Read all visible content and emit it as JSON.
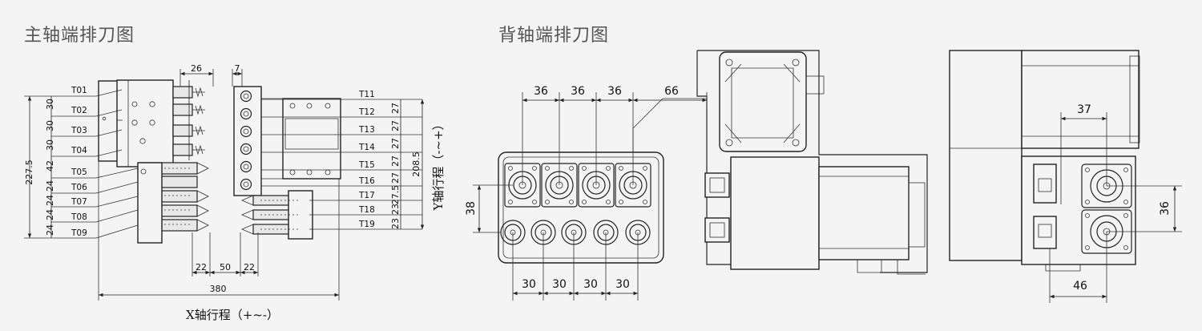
{
  "titles": {
    "main_spindle": "主轴端排刀图",
    "back_spindle": "背轴端排刀图"
  },
  "left_diagram": {
    "tools_left": [
      "T01",
      "T02",
      "T03",
      "T04",
      "T05",
      "T06",
      "T07",
      "T08",
      "T09"
    ],
    "tools_right": [
      "T11",
      "T12",
      "T13",
      "T14",
      "T15",
      "T16",
      "T17",
      "T18",
      "T19"
    ],
    "dims_left": [
      "30",
      "30",
      "30",
      "42",
      "24",
      "24",
      "24",
      "24"
    ],
    "total_left": "227.5",
    "dims_right": [
      "27",
      "27",
      "27",
      "27",
      "27",
      "27.5",
      "23",
      "23"
    ],
    "total_right": "208.5",
    "top_dims": [
      "26",
      "7"
    ],
    "bottom_dims": [
      "22",
      "50",
      "22"
    ],
    "total_bottom": "380",
    "x_travel": "X轴行程（+~-）",
    "y_travel": "Y轴行程（-~+）"
  },
  "center_diagram": {
    "top_dims": [
      "36",
      "36",
      "36",
      "66"
    ],
    "side_dim": "38",
    "bottom_dims": [
      "30",
      "30",
      "30",
      "30"
    ]
  },
  "right_diagram": {
    "top_dim": "37",
    "side_dim": "36",
    "bottom_dim": "46"
  }
}
